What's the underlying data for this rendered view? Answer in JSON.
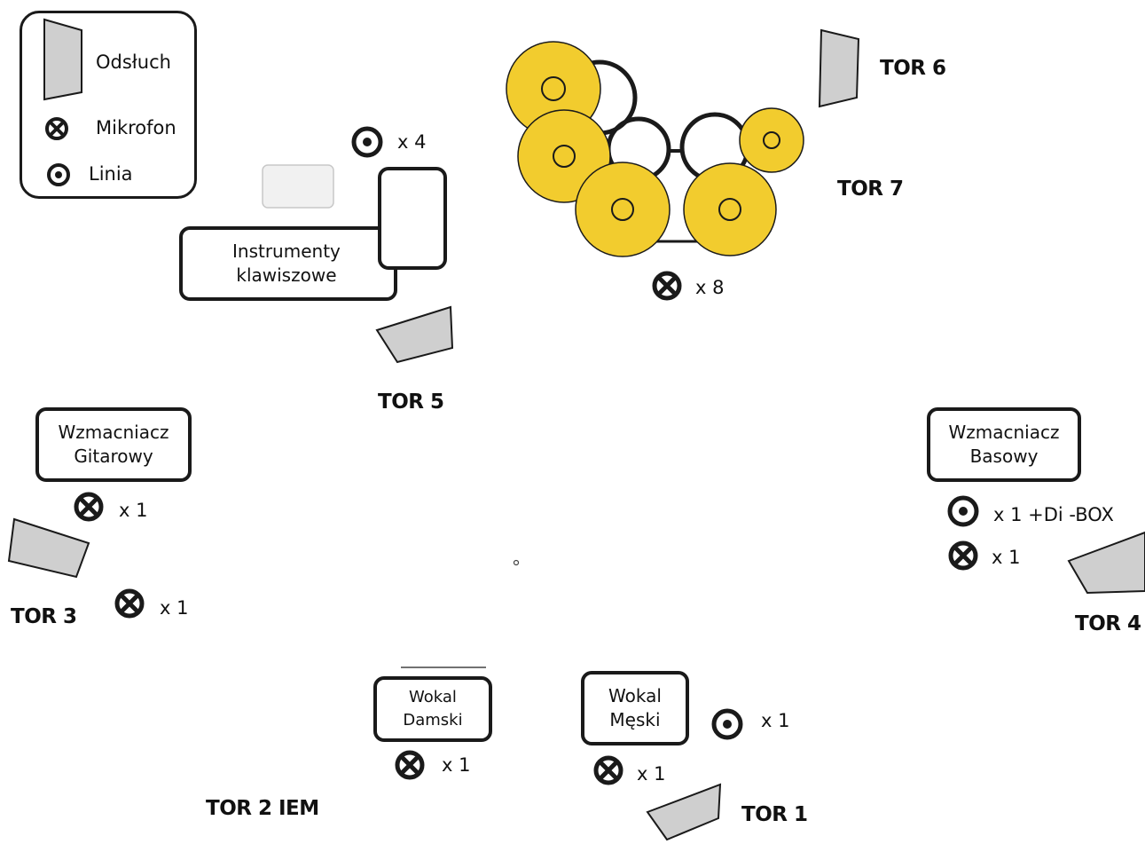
{
  "legend": {
    "monitor_label": "Odsłuch",
    "mic_label": "Mikrofon",
    "line_label": "Linia"
  },
  "keyboards": {
    "label": "Instrumenty\nklawiszowe",
    "line_count": "x 4",
    "monitor": "TOR 5"
  },
  "drums": {
    "mic_count": "x 8",
    "monitor_top": "TOR 6",
    "monitor_side": "TOR 7"
  },
  "guitar": {
    "amp_label": "Wzmacniacz\nGitarowy",
    "amp_mic_count": "x 1",
    "mic_count": "x 1",
    "monitor": "TOR 3"
  },
  "bass": {
    "amp_label": "Wzmacniacz\nBasowy",
    "line_count": "x 1 +Di -BOX",
    "mic_count": "x 1",
    "monitor": "TOR 4"
  },
  "female_vocal": {
    "label": "Wokal\nDamski",
    "mic_count": "x 1",
    "monitor": "TOR 2 IEM"
  },
  "male_vocal": {
    "label": "Wokal\nMęski",
    "line_count": "x 1",
    "mic_count": "x 1",
    "monitor": "TOR 1"
  },
  "colors": {
    "cymbal": "#f2cc2e",
    "monitor_fill": "#cfcfcf",
    "stroke": "#1a1a1a"
  }
}
